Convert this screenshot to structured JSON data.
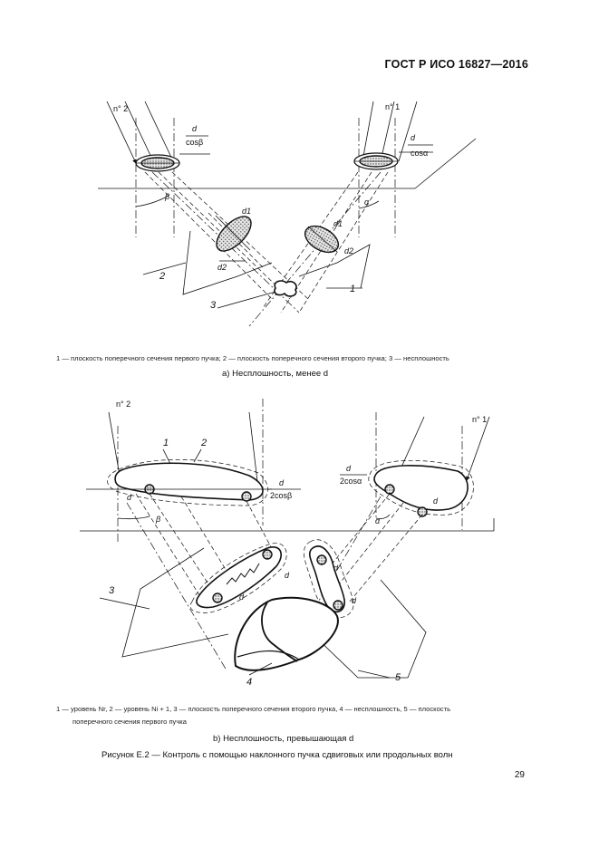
{
  "header": {
    "standard": "ГОСТ Р ИСО 16827—2016"
  },
  "figure_a": {
    "labels": {
      "beam2": "n° 2",
      "beam1": "n° 1",
      "d": "d",
      "cosb": "cosβ",
      "cosa": "cosα",
      "d1": "d1",
      "d2": "d2",
      "beta": "β",
      "alpha": "α",
      "n1": "1",
      "n2": "2",
      "n3": "3"
    },
    "caption": "1 — плоскость поперечного сечения первого пучка; 2 — плоскость поперечного сечения второго пучка; 3 — несплошность",
    "subtitle": "а)  Несплошность, менее d"
  },
  "figure_b": {
    "labels": {
      "beam2": "n° 2",
      "beam1": "n° 1",
      "d": "d",
      "two_cosb": "2cosβ",
      "two_cosa": "2cosα",
      "beta": "β",
      "alpha": "α",
      "n1": "1",
      "n2": "2",
      "n3": "3",
      "n4": "4",
      "n5": "5"
    },
    "caption_line1": "1 — уровень Nr, 2 — уровень Ni + 1, 3 — плоскость поперечного сечения второго пучка, 4 — несплошность, 5 — плоскость",
    "caption_line2": "поперечного сечения первого пучка",
    "subtitle": "b)  Несплошность, превышающая d"
  },
  "figure_title": "Рисунок Е.2 — Контроль с помощью наклонного пучка сдвиговых или продольных волн",
  "page_number": "29"
}
